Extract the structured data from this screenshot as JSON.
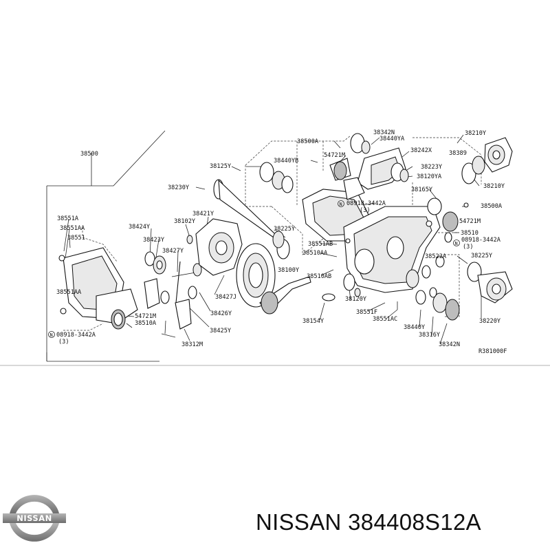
{
  "diagram": {
    "frame_code": "R381000F",
    "labels": {
      "p38500": "38500",
      "p38551A": "38551A",
      "p38551AA_top": "38551AA",
      "p38551": "38551",
      "p38551AA_bot": "38551AA",
      "p08918_left": "08918-3442A",
      "p3_left": "(3)",
      "p38424Y": "38424Y",
      "p38423Y": "38423Y",
      "p38427Y": "38427Y",
      "p38102Y": "38102Y",
      "p38421Y": "38421Y",
      "p54721M_left": "54721M",
      "p38510A": "38510A",
      "p38426Y": "38426Y",
      "p38425Y": "38425Y",
      "p38312M": "38312M",
      "p38427J": "38427J",
      "p38230Y": "38230Y",
      "p38125Y": "38125Y",
      "p38440YB": "38440YB",
      "p38500A_top": "38500A",
      "p54721M_top": "54721M",
      "p38342N_top": "38342N",
      "p38440YA": "38440YA",
      "p38242X": "38242X",
      "p38223Y": "38223Y",
      "p38120YA": "38120YA",
      "p08918_mid": "08918-3442A",
      "p3_mid": "(3)",
      "p38225Y_left": "38225Y",
      "p38551AB": "38551AB",
      "p38510AA": "38510AA",
      "p38100Y": "38100Y",
      "p38510AB": "38510AB",
      "p38120Y": "38120Y",
      "p38154Y": "38154Y",
      "p38551F": "38551F",
      "p38551AC": "38551AC",
      "p38440Y": "38440Y",
      "p38316Y": "38316Y",
      "p38342N_bot": "38342N",
      "p38389": "38389",
      "p38210Y_top": "38210Y",
      "p38210Y": "38210Y",
      "p38165Y": "38165Y",
      "p38500A_right": "38500A",
      "p54721M_right": "54721M",
      "p38510": "38510",
      "p08918_right": "08918-3442A",
      "p3_right": "(3)",
      "p38522A": "38522A",
      "p38225Y_right": "38225Y",
      "p38220Y": "38220Y"
    }
  },
  "footer": {
    "title": "NISSAN 384408S12A",
    "logo_text": "NISSAN",
    "logo_icon": "nissan-logo-icon"
  },
  "colors": {
    "ink": "#111111",
    "background": "#ffffff",
    "logo_gray": "#8a8a8a"
  }
}
